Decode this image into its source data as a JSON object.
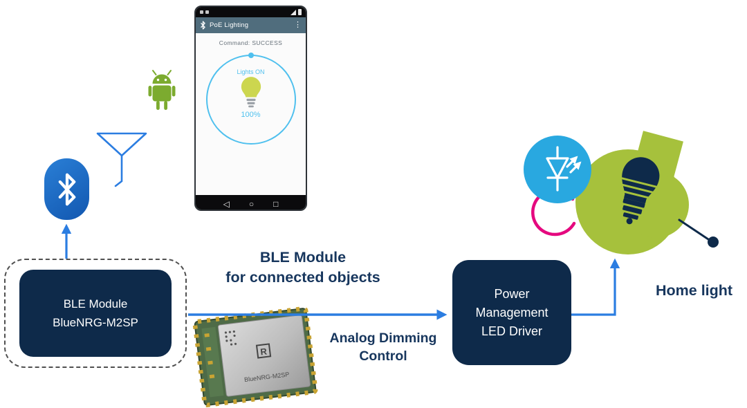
{
  "colors": {
    "navy": "#0e2a4a",
    "caption": "#17365d",
    "arrow-blue": "#2b7de1",
    "cyan": "#29a8e0",
    "magenta": "#e5097f",
    "lime": "#a6c13c",
    "android-green": "#7cab2f",
    "bt-blue": "#1a68cc",
    "dial-blue": "#4fc0ee",
    "appbar": "#506d7d",
    "pcb-green": "#4e6b47",
    "gold": "#c9a433"
  },
  "phone": {
    "app_title": "PoE Lighting",
    "menu_glyph": "⋮",
    "command_text": "Command: SUCCESS",
    "dial_label": "Lights ON",
    "dial_value": "100%",
    "nav": {
      "back_glyph": "◁",
      "home_glyph": "○",
      "recents_glyph": "□"
    }
  },
  "ble_box": {
    "line1": "BLE Module",
    "line2": "BlueNRG-M2SP"
  },
  "power_box": {
    "line1": "Power",
    "line2": "Management",
    "line3": "LED Driver"
  },
  "captions": {
    "ble_line1": "BLE Module",
    "ble_line2": "for connected objects",
    "analog_line1": "Analog Dimming",
    "analog_line2": "Control",
    "home_light": "Home light"
  },
  "chip": {
    "logo": "R",
    "marking": "BlueNRG-M2SP"
  }
}
